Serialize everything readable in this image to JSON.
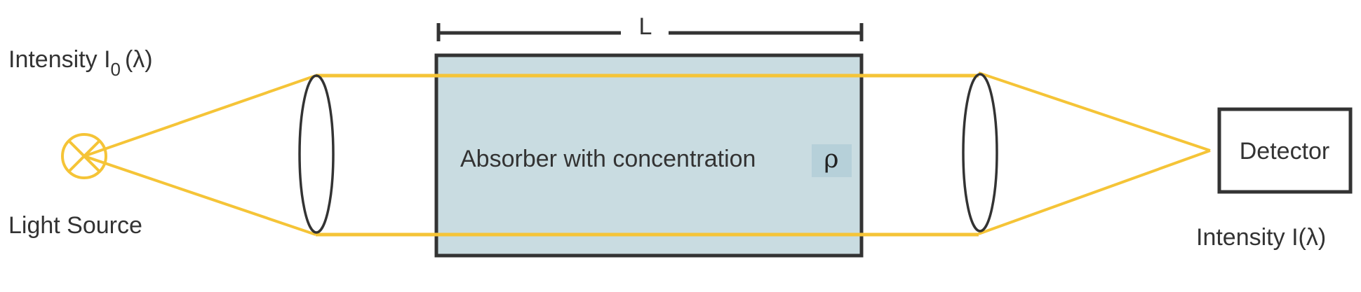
{
  "labels": {
    "length": "L",
    "intensity_in_prefix": "Intensity I",
    "intensity_in_sub": "0",
    "intensity_in_suffix": "(λ)",
    "light_source": "Light Source",
    "absorber": "Absorber with concentration",
    "concentration_symbol": "ρ",
    "detector": "Detector",
    "intensity_out": "Intensity I(λ)"
  },
  "colors": {
    "beam": "#f5c437",
    "cell_fill": "#c9dce1",
    "rho_highlight": "#b6d0d9",
    "outline": "#333333",
    "text": "#333333"
  },
  "icons": {
    "light_source": "crossed-circle-lamp-icon"
  }
}
